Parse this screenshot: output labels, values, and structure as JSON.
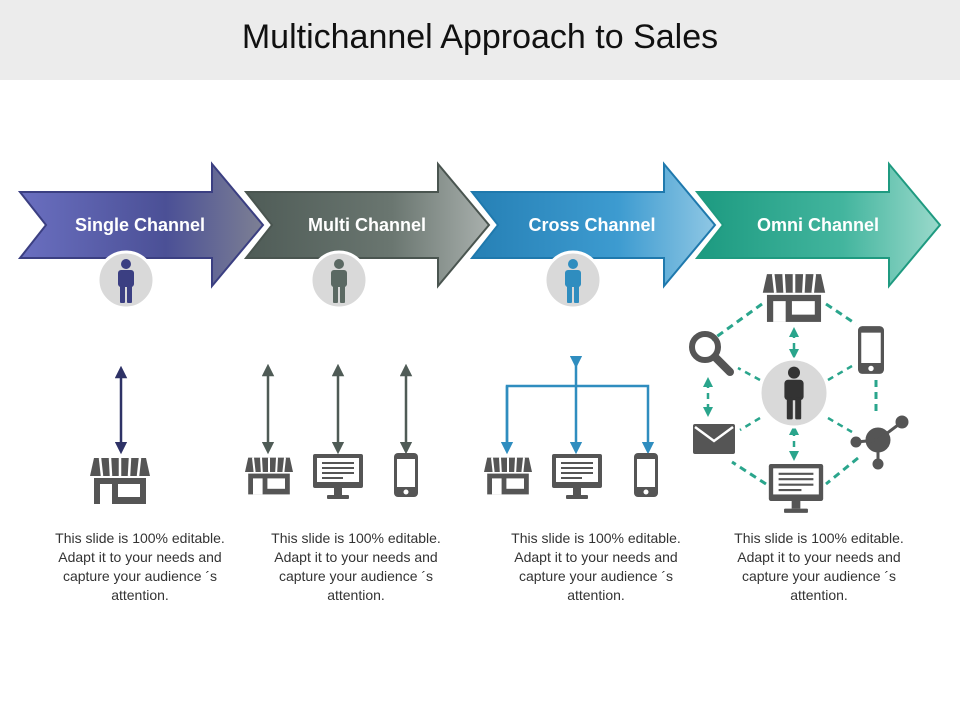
{
  "title": "Multichannel Approach to Sales",
  "colors": {
    "single": "#4a4f9a",
    "multi": "#5b6963",
    "cross": "#2f8dbf",
    "omni": "#2aa58c",
    "icon_gray": "#555555",
    "circle_gray": "#d9d9d9"
  },
  "stages": [
    {
      "label": "Single Channel",
      "description": "This slide is 100% editable. Adapt it to your needs and capture your  audience ´s attention."
    },
    {
      "label": "Multi Channel",
      "description": "This slide is 100% editable. Adapt it to your needs and capture your  audience ´s attention."
    },
    {
      "label": "Cross Channel",
      "description": "This slide is 100% editable. Adapt it to your needs and capture your  audience ´s attention."
    },
    {
      "label": "Omni Channel",
      "description": "This slide is 100% editable. Adapt it to your needs and capture your  audience ´s attention."
    }
  ],
  "icons": [
    "person-icon",
    "store-icon",
    "monitor-icon",
    "phone-icon",
    "magnifier-icon",
    "envelope-icon",
    "network-icon"
  ]
}
